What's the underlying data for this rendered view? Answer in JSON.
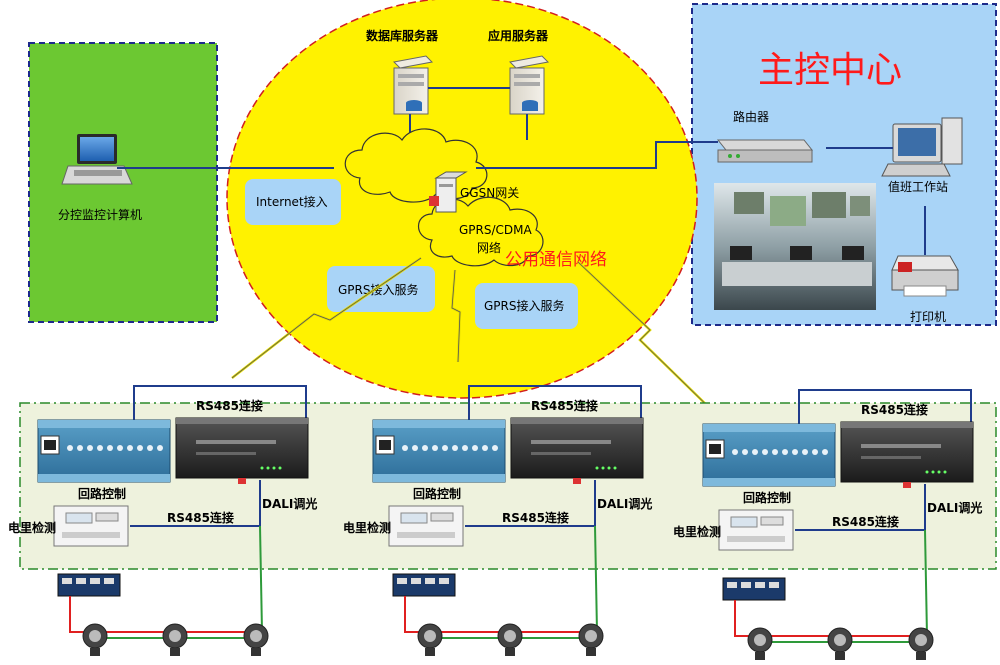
{
  "colors": {
    "left_panel": "#6cc832",
    "control_center": "#a9d4f7",
    "public_network": "#fff200",
    "bubble": "#a9d4f7",
    "red_text": "#ff1a1a",
    "wire_blue": "#1f3c8c",
    "wire_green": "#2e9a3a",
    "wire_red": "#e02020"
  },
  "public_network": {
    "db_server": "数据库服务器",
    "app_server": "应用服务器",
    "internet_access": "Internet接入",
    "ggsn": "GGSN网关",
    "gprs_cdma_line1": "GPRS/CDMA",
    "gprs_cdma_line2": "网络",
    "network_name": "公用通信网络",
    "gprs_access_left": "GPRS接入服务",
    "gprs_access_right": "GPRS接入服务"
  },
  "left_panel": {
    "label": "分控监控计算机"
  },
  "control_center": {
    "title": "主控中心",
    "router": "路由器",
    "workstation": "值班工作站",
    "printer": "打印机"
  },
  "field": {
    "units": [
      {
        "rs485_top": "RS485连接",
        "loop_control": "回路控制",
        "meter": "电里检测",
        "rs485_mid": "RS485连接",
        "dali": "DALI调光"
      },
      {
        "rs485_top": "RS485连接",
        "loop_control": "回路控制",
        "meter": "电里检测",
        "rs485_mid": "RS485连接",
        "dali": "DALI调光"
      },
      {
        "rs485_top": "RS485连接",
        "loop_control": "回路控制",
        "meter": "电里检测",
        "rs485_mid": "RS485连接",
        "dali": "DALI调光"
      }
    ]
  }
}
